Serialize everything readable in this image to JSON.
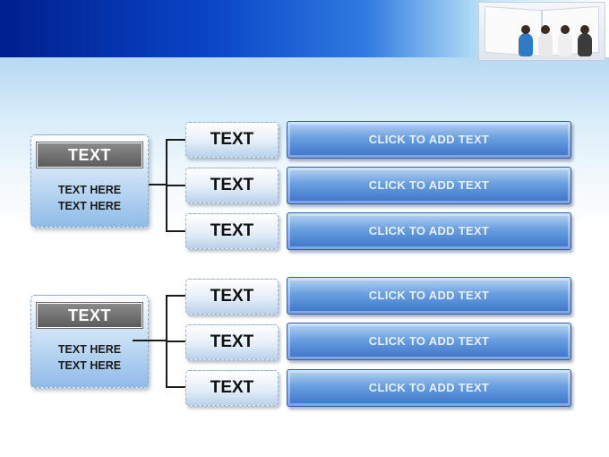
{
  "groups": [
    {
      "title": "TEXT",
      "line1": "TEXT HERE",
      "line2": "TEXT HERE",
      "rows": [
        {
          "label": "TEXT",
          "action": "CLICK TO ADD TEXT"
        },
        {
          "label": "TEXT",
          "action": "CLICK TO ADD TEXT"
        },
        {
          "label": "TEXT",
          "action": "CLICK TO ADD TEXT"
        }
      ]
    },
    {
      "title": "TEXT",
      "line1": "TEXT HERE",
      "line2": "TEXT HERE",
      "rows": [
        {
          "label": "TEXT",
          "action": "CLICK TO ADD TEXT"
        },
        {
          "label": "TEXT",
          "action": "CLICK TO ADD TEXT"
        },
        {
          "label": "TEXT",
          "action": "CLICK TO ADD TEXT"
        }
      ]
    }
  ]
}
